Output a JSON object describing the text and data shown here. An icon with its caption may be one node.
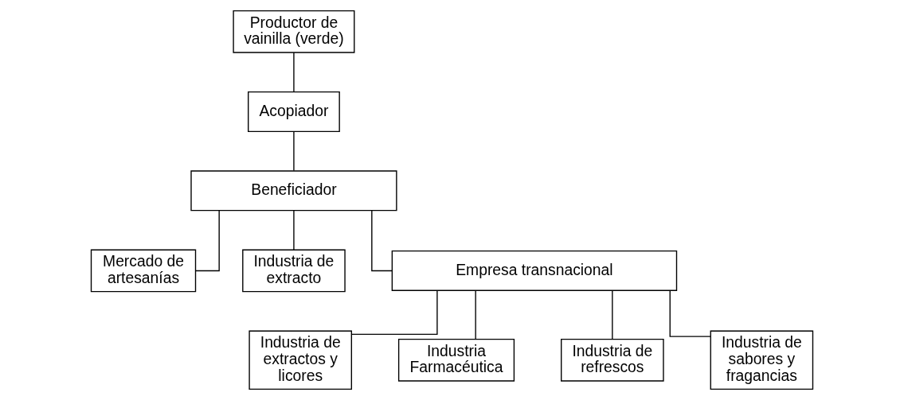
{
  "diagram": {
    "nodes": [
      {
        "text": [
          "Productor de vainilla (verde)"
        ]
      },
      {
        "text": [
          "Acopiador"
        ]
      },
      {
        "text": [
          "Beneficiador"
        ]
      },
      {
        "text": [
          "Mercado de artesanías"
        ]
      },
      {
        "text": [
          "Industria de extracto"
        ]
      },
      {
        "text": [
          "Empresa transnacional"
        ]
      },
      {
        "text": [
          "Industria de extractos y licores"
        ]
      },
      {
        "text": [
          "Industria Farmacéutica"
        ]
      },
      {
        "text": [
          "Industria de refrescos"
        ]
      },
      {
        "text": [
          "Industria de sabores y fragancias"
        ]
      }
    ],
    "edges": [
      {
        "from": 0,
        "to": 1,
        "arrow": "none"
      },
      {
        "from": 1,
        "to": 2,
        "arrow": "none"
      },
      {
        "from": 2,
        "to": 3,
        "arrow": "none"
      },
      {
        "from": 2,
        "to": 4,
        "arrow": "none"
      },
      {
        "from": 2,
        "to": 5,
        "arrow": "none"
      },
      {
        "from": 5,
        "to": 6,
        "arrow": "none"
      },
      {
        "from": 5,
        "to": 7,
        "arrow": "none"
      },
      {
        "from": 5,
        "to": 8,
        "arrow": "none"
      },
      {
        "from": 5,
        "to": 9,
        "arrow": "none"
      }
    ]
  }
}
